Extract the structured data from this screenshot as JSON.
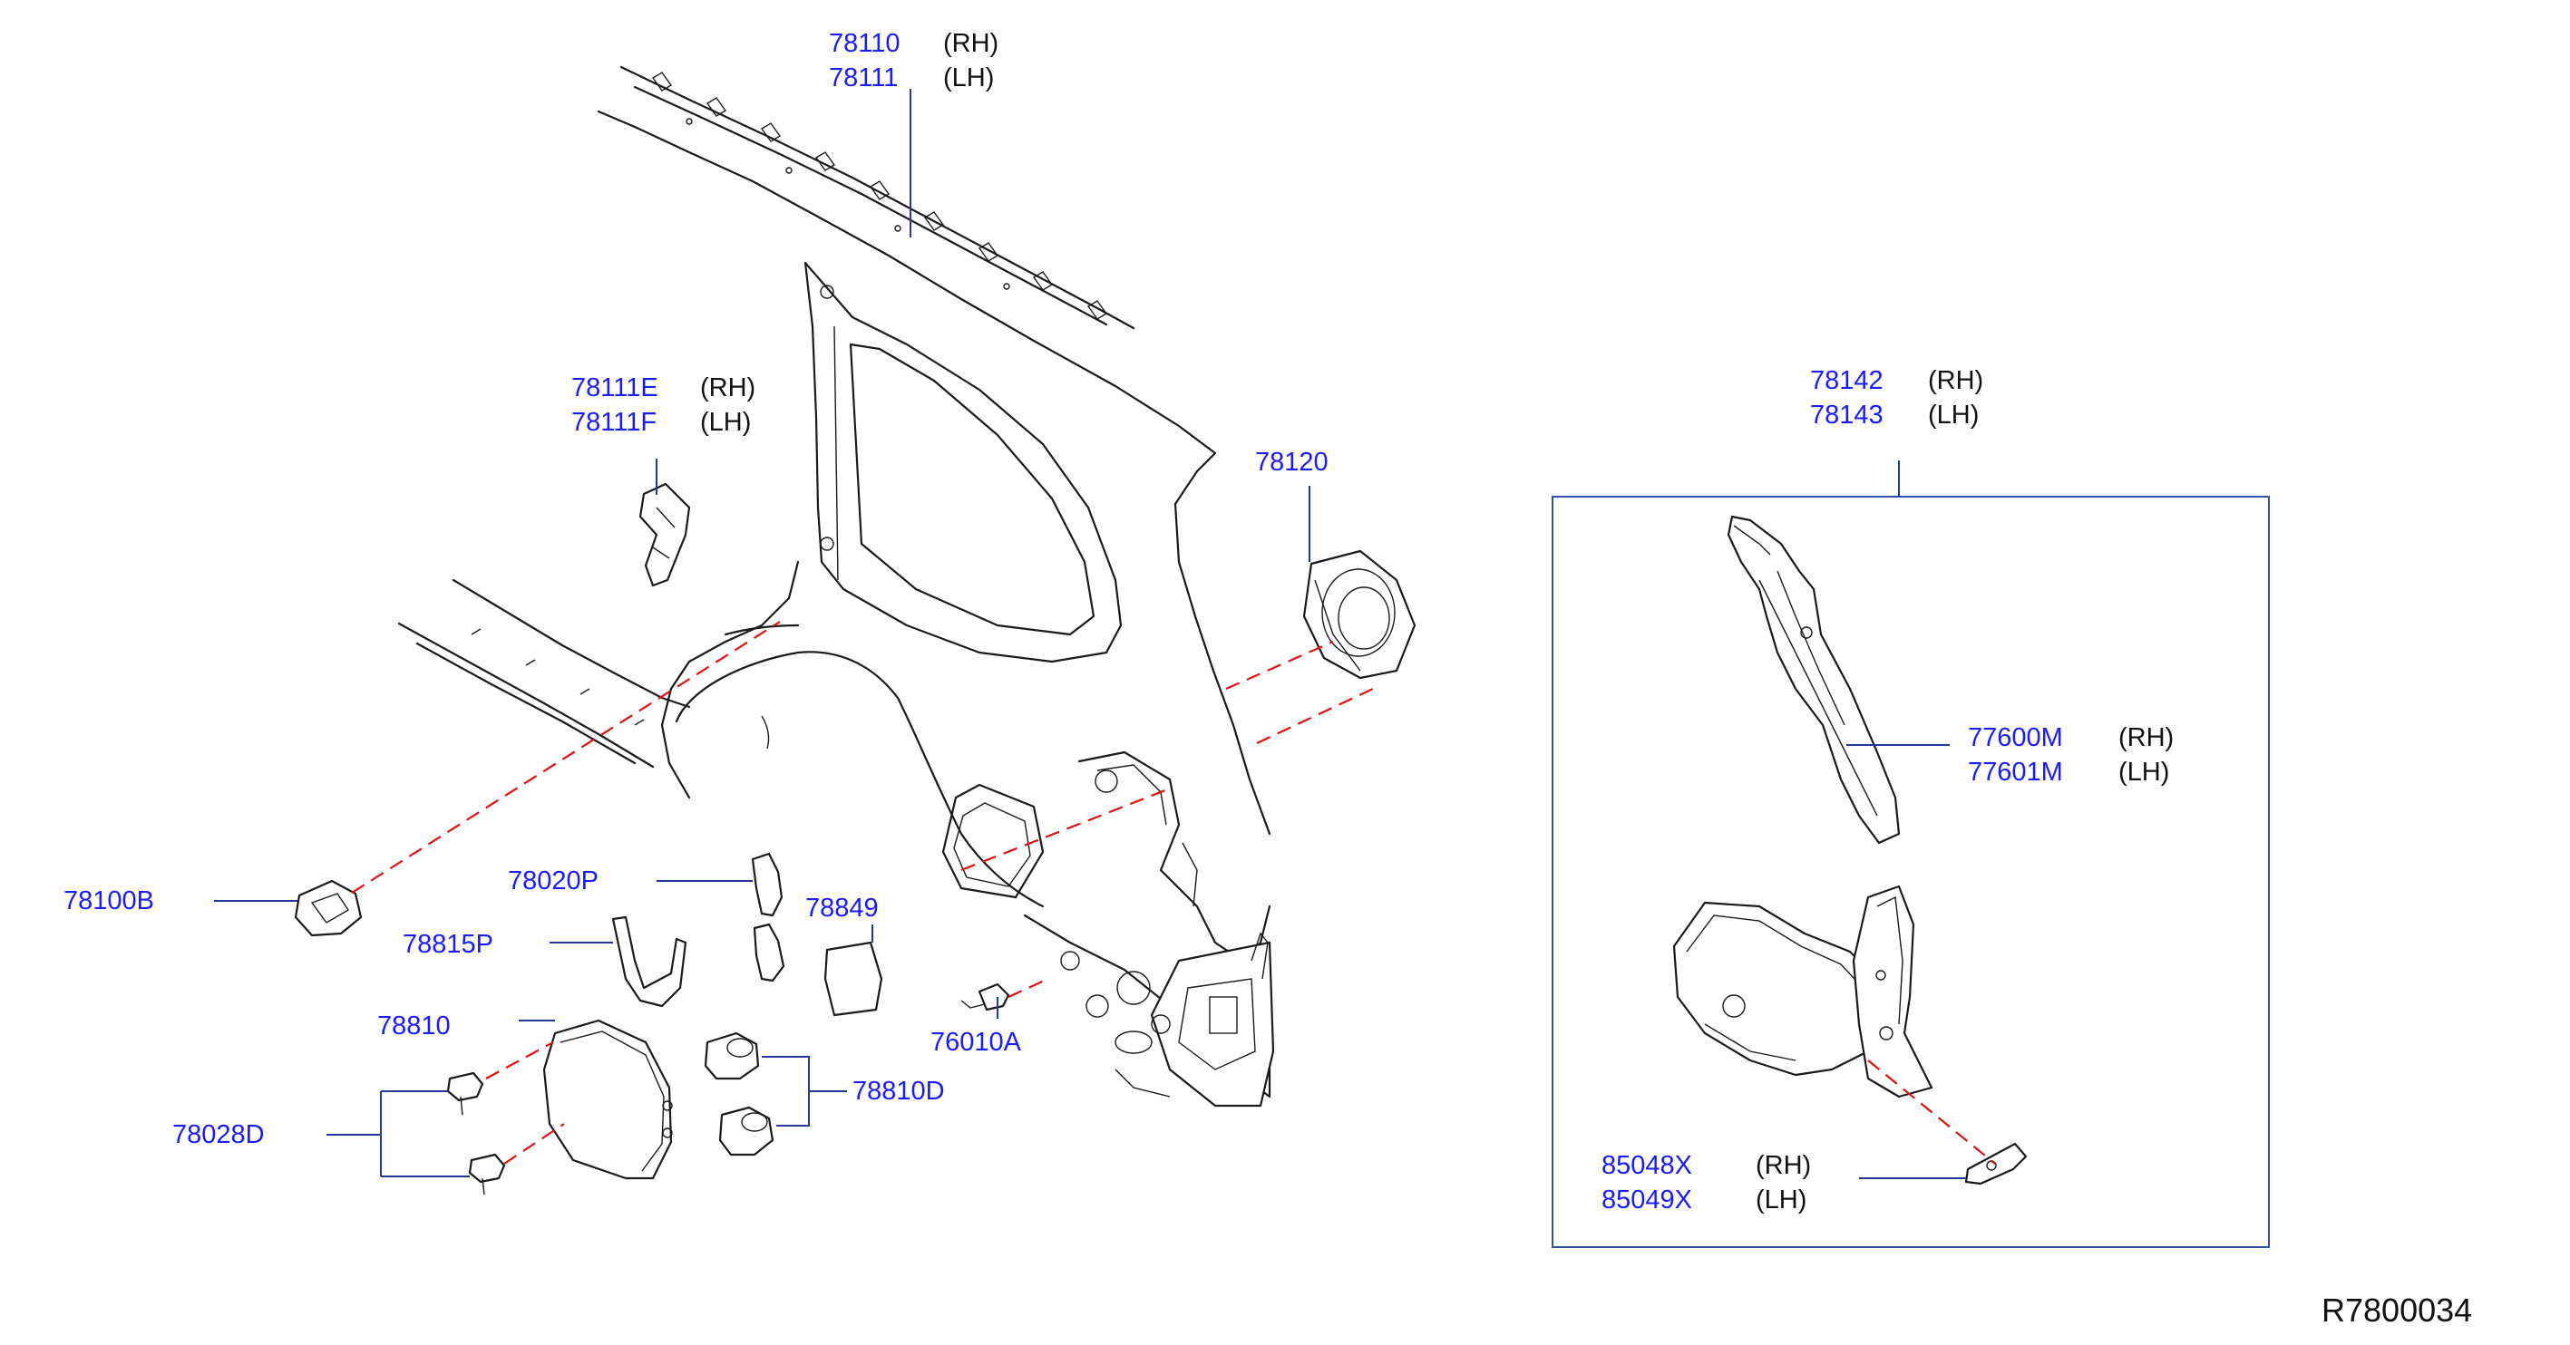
{
  "diagram": {
    "drawing_code": "R7800034",
    "colors": {
      "part_number": "#1a1aff",
      "leader": "#1f3a9a",
      "outline": "#1a1a1a",
      "dash": "#e01010",
      "box": "#2f4fa8"
    },
    "labels": [
      {
        "id": "78110",
        "number": "78110",
        "side": "(RH)"
      },
      {
        "id": "78111",
        "number": "78111",
        "side": "(LH)"
      },
      {
        "id": "78111E",
        "number": "78111E",
        "side": "(RH)"
      },
      {
        "id": "78111F",
        "number": "78111F",
        "side": "(LH)"
      },
      {
        "id": "78120",
        "number": "78120",
        "side": ""
      },
      {
        "id": "78100B",
        "number": "78100B",
        "side": ""
      },
      {
        "id": "78020P",
        "number": "78020P",
        "side": ""
      },
      {
        "id": "78849",
        "number": "78849",
        "side": ""
      },
      {
        "id": "78815P",
        "number": "78815P",
        "side": ""
      },
      {
        "id": "78810",
        "number": "78810",
        "side": ""
      },
      {
        "id": "76010A",
        "number": "76010A",
        "side": ""
      },
      {
        "id": "78810D",
        "number": "78810D",
        "side": ""
      },
      {
        "id": "78028D",
        "number": "78028D",
        "side": ""
      },
      {
        "id": "78142",
        "number": "78142",
        "side": "(RH)"
      },
      {
        "id": "78143",
        "number": "78143",
        "side": "(LH)"
      },
      {
        "id": "77600M",
        "number": "77600M",
        "side": "(RH)"
      },
      {
        "id": "77601M",
        "number": "77601M",
        "side": "(LH)"
      },
      {
        "id": "85048X",
        "number": "85048X",
        "side": "(RH)"
      },
      {
        "id": "85049X",
        "number": "85049X",
        "side": "(LH)"
      }
    ]
  }
}
